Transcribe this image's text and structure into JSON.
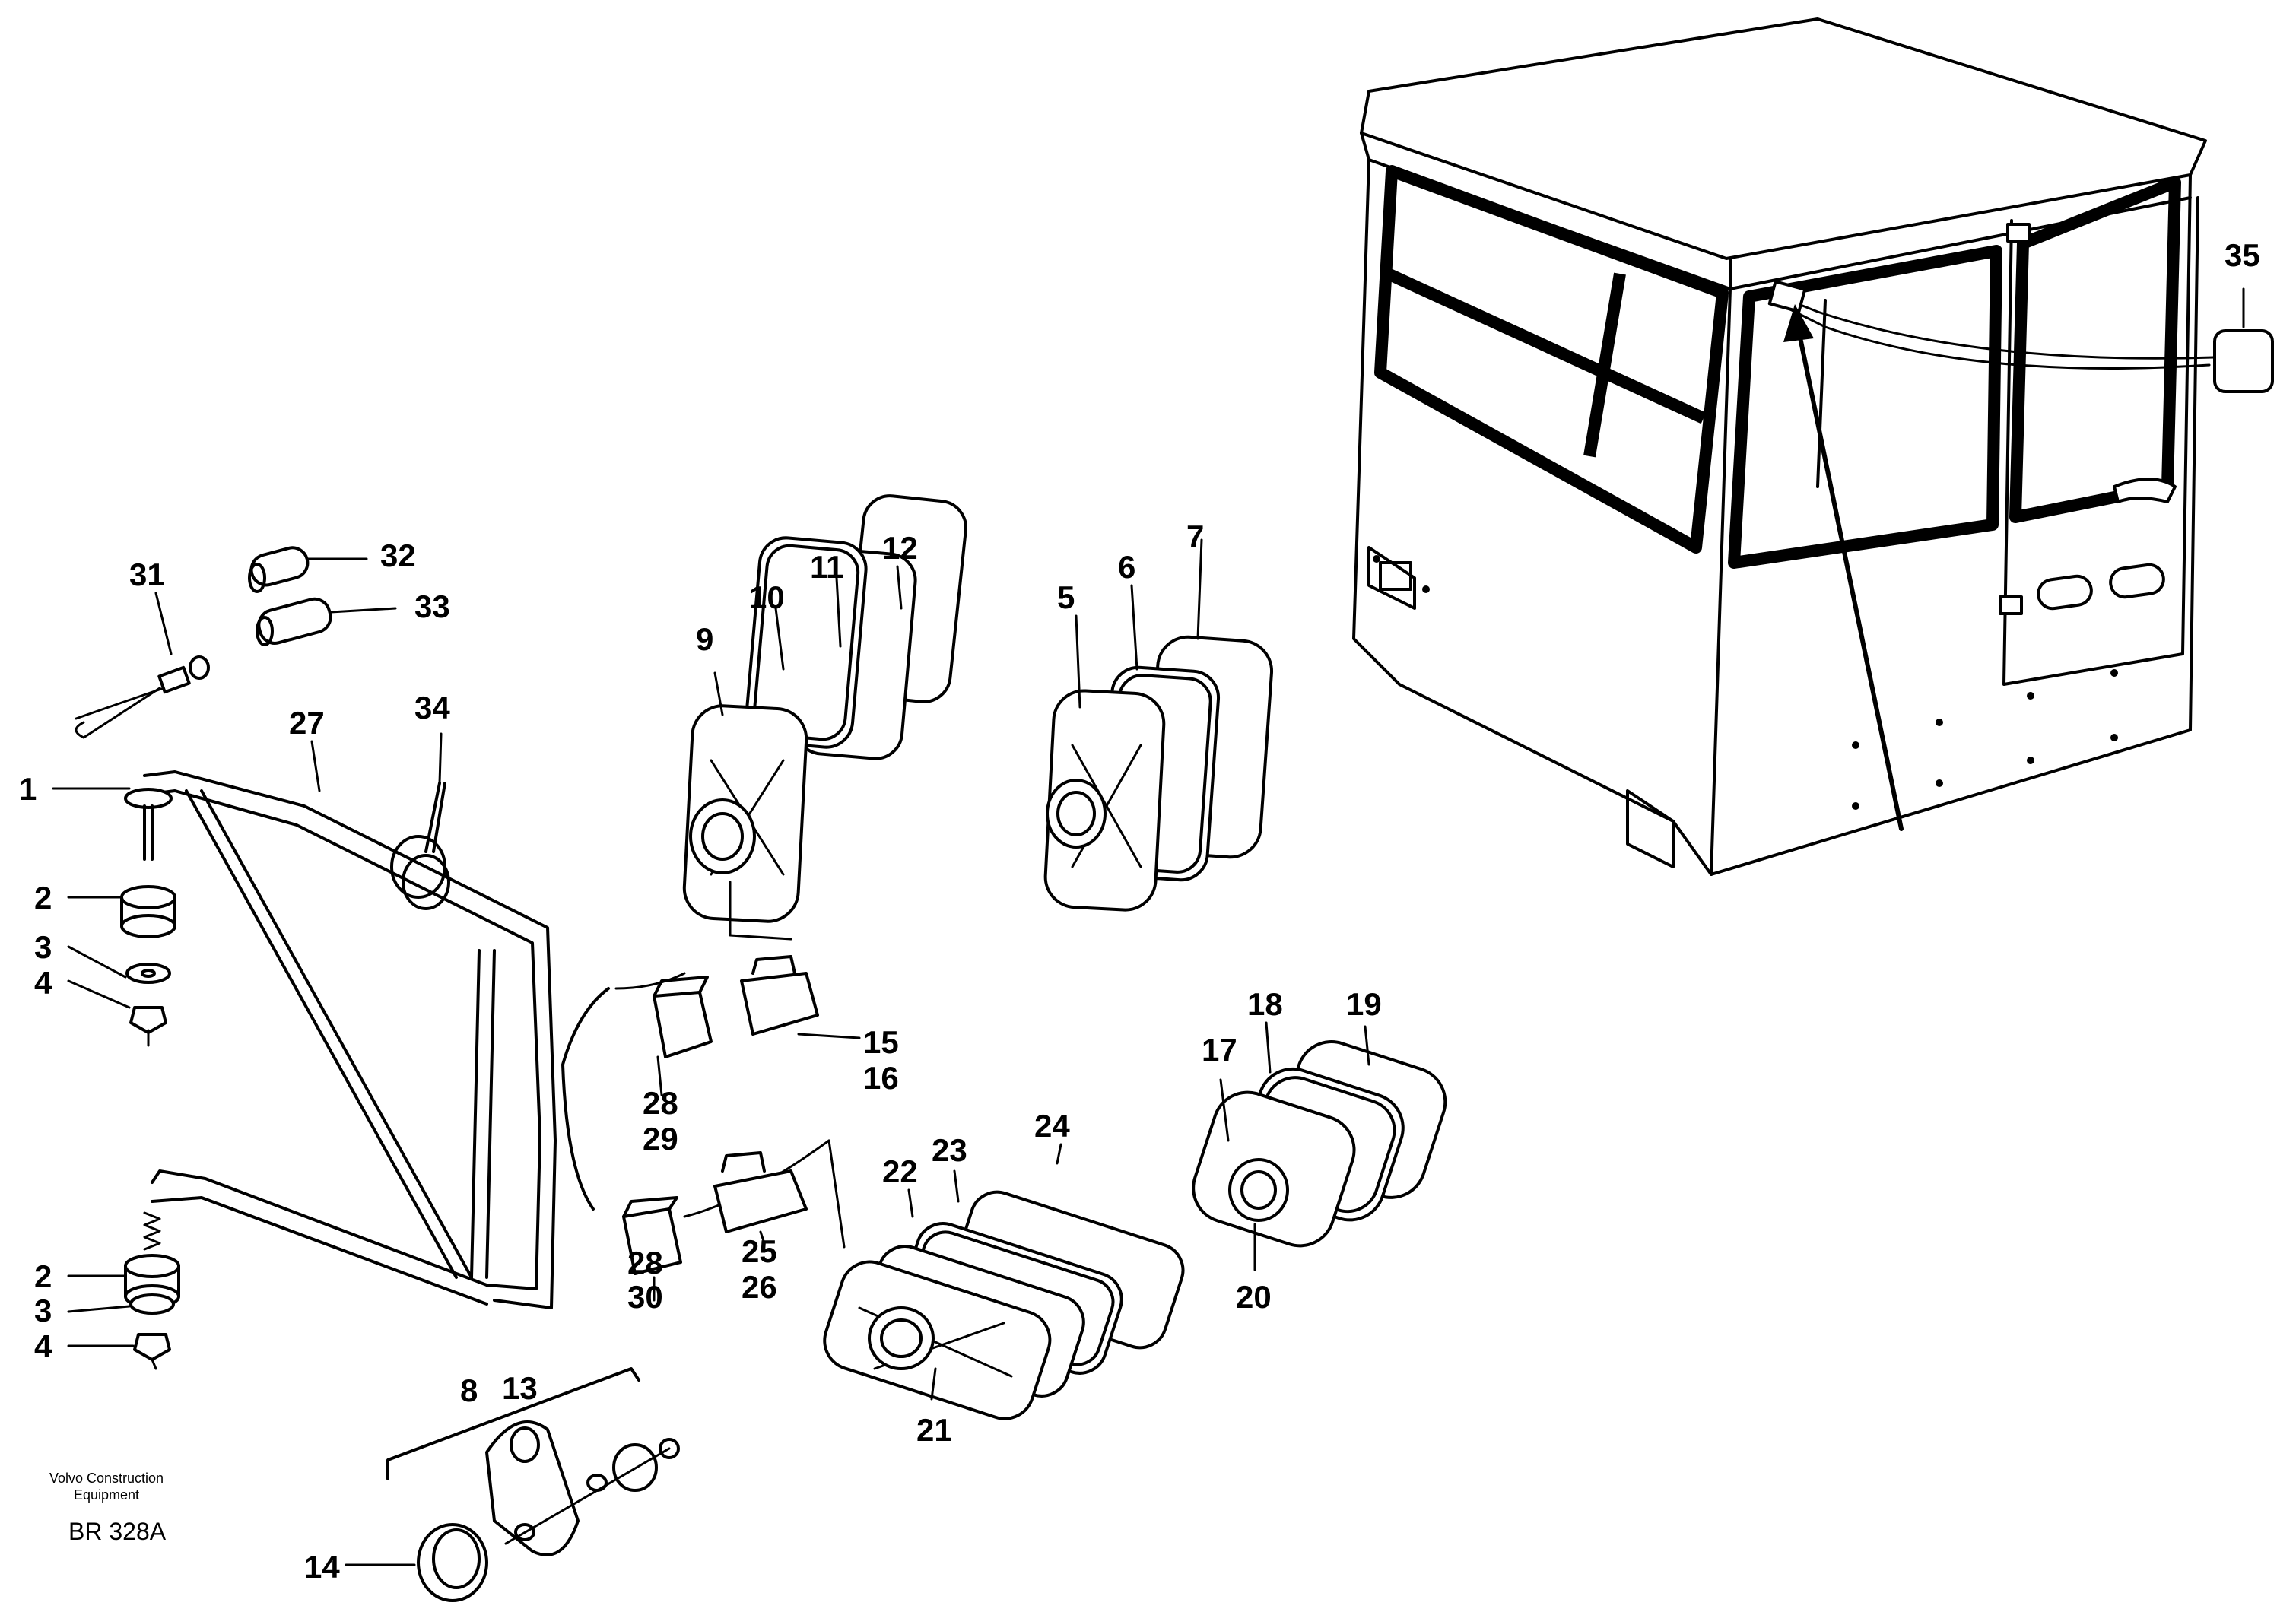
{
  "footer": {
    "brand_line1": "Volvo Construction",
    "brand_line2": "Equipment",
    "ref": "BR 328A"
  },
  "callouts": {
    "c1": "1",
    "c2a": "2",
    "c2b": "2",
    "c3a": "3",
    "c3b": "3",
    "c4a": "4",
    "c4b": "4",
    "c5": "5",
    "c6": "6",
    "c7": "7",
    "c8": "8",
    "c9": "9",
    "c10": "10",
    "c11": "11",
    "c12": "12",
    "c13": "13",
    "c14": "14",
    "c15": "15",
    "c16": "16",
    "c17": "17",
    "c18": "18",
    "c19": "19",
    "c20": "20",
    "c21": "21",
    "c22": "22",
    "c23": "23",
    "c24": "24",
    "c25": "25",
    "c26": "26",
    "c27": "27",
    "c28a": "28",
    "c28b": "28",
    "c29": "29",
    "c30": "30",
    "c31": "31",
    "c32": "32",
    "c33": "33",
    "c34": "34",
    "c35": "35"
  }
}
